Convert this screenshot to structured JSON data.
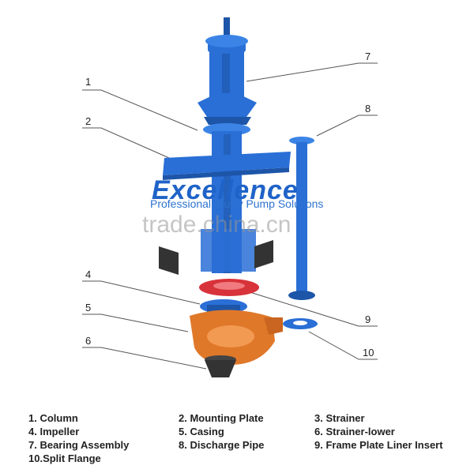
{
  "callouts": [
    "1",
    "2",
    "4",
    "5",
    "6",
    "7",
    "8",
    "9",
    "10"
  ],
  "watermark": {
    "brand": "Excellence",
    "tagline": "Professional Slurry Pump Solutions",
    "site": "trade.china.cn"
  },
  "legend": [
    "1. Column",
    "2. Mounting Plate",
    "3. Strainer",
    "4. Impeller",
    "5. Casing",
    "6. Strainer-lower",
    "7. Bearing Assembly",
    "8. Discharge Pipe",
    "9. Frame Plate Liner Insert",
    "10.Split Flange"
  ],
  "colors": {
    "pump_blue": "#2a6fd6",
    "pump_blue_dark": "#1d55a8",
    "casing_orange": "#e0782a",
    "liner_red": "#d8333a",
    "strainer_dark": "#333333"
  }
}
